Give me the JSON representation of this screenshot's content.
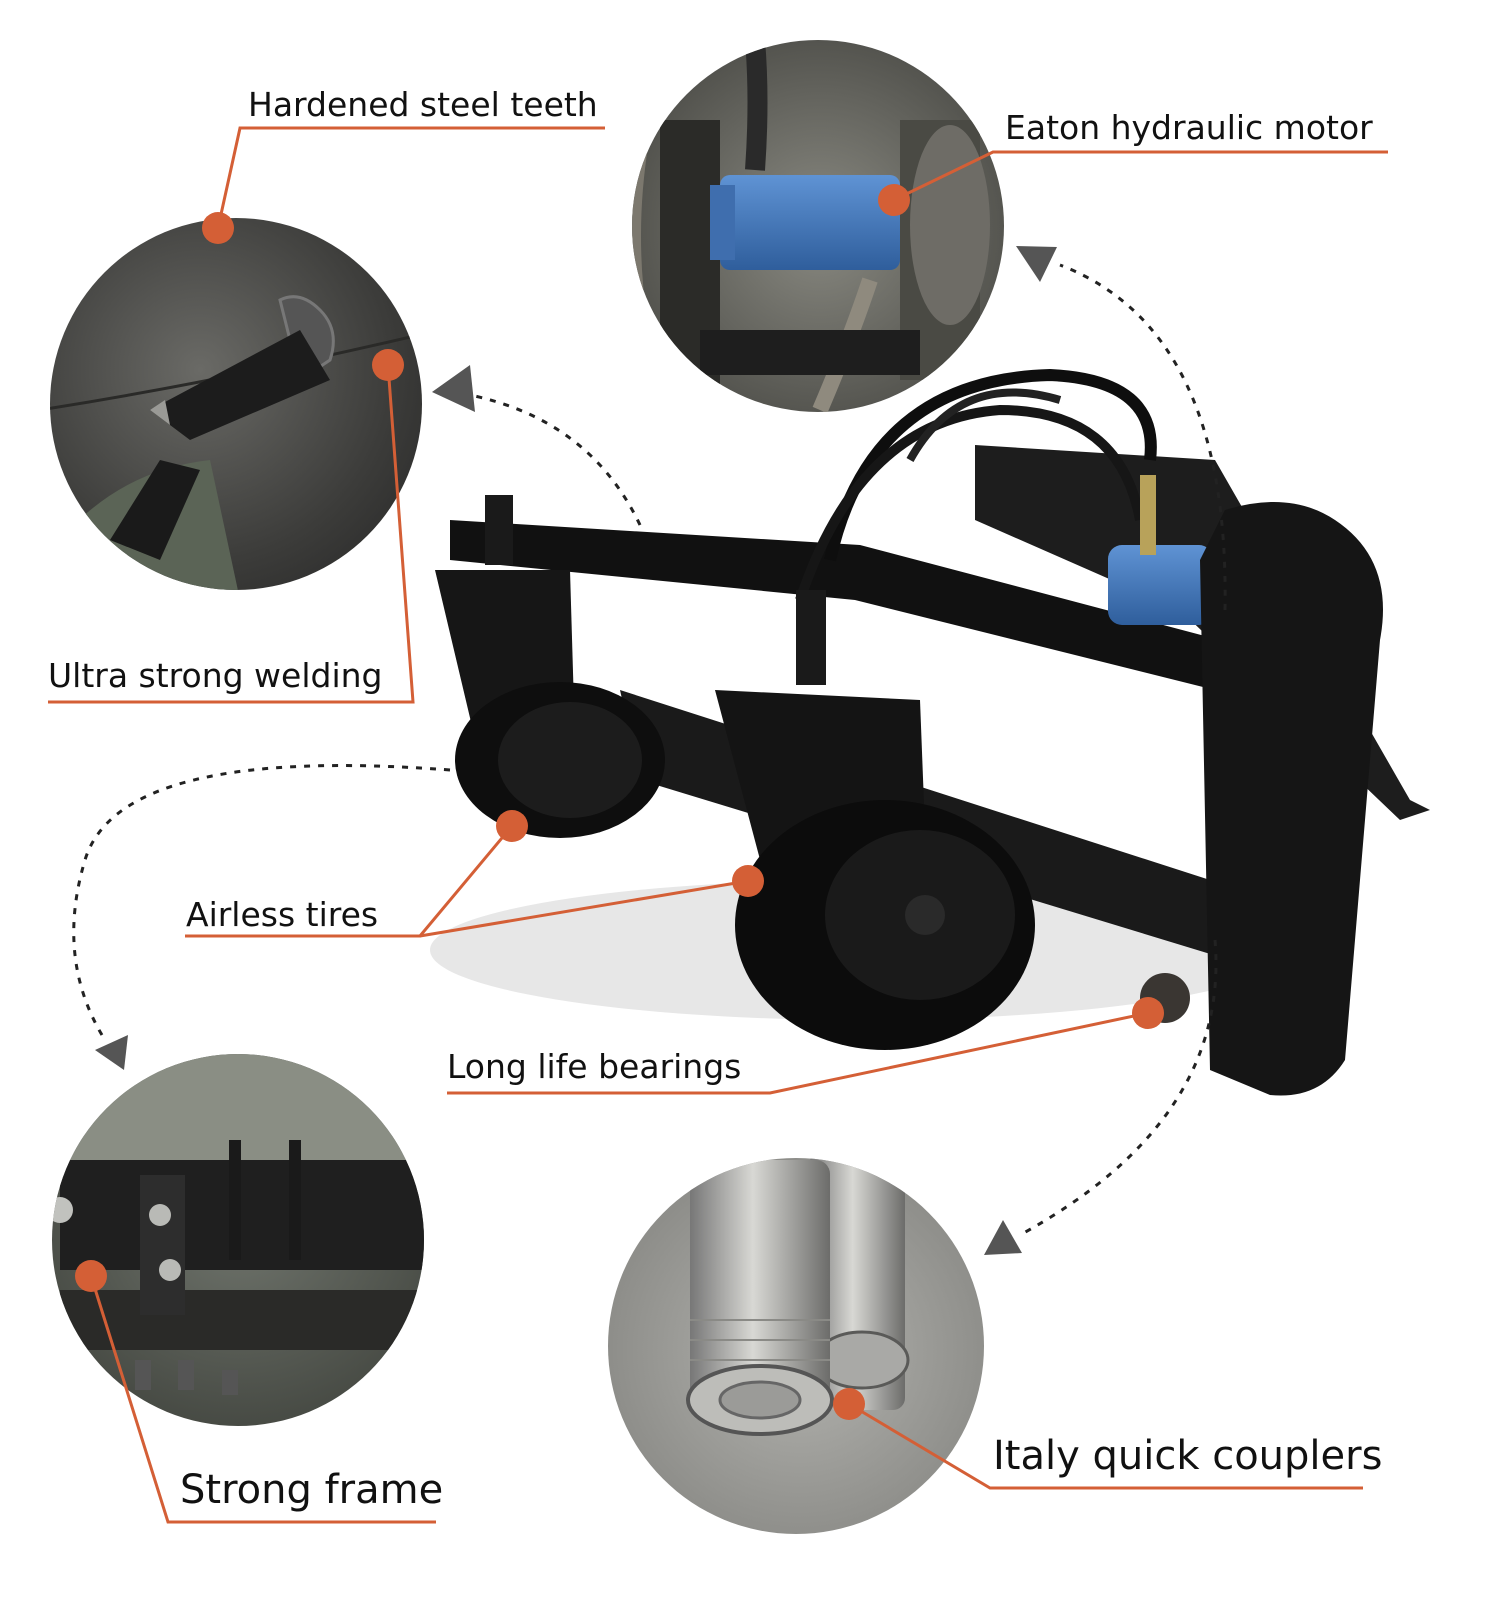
{
  "colors": {
    "accent": "#d45f36",
    "text": "#111111",
    "machine": "#151515",
    "motor_blue": "#3a6fb3"
  },
  "callouts": {
    "hardened_teeth": "Hardened steel teeth",
    "eaton_motor": "Eaton hydraulic motor",
    "welding": "Ultra strong welding",
    "airless_tires": "Airless tires",
    "bearings": "Long life bearings",
    "strong_frame": "Strong frame",
    "quick_couplers": "Italy quick couplers"
  }
}
